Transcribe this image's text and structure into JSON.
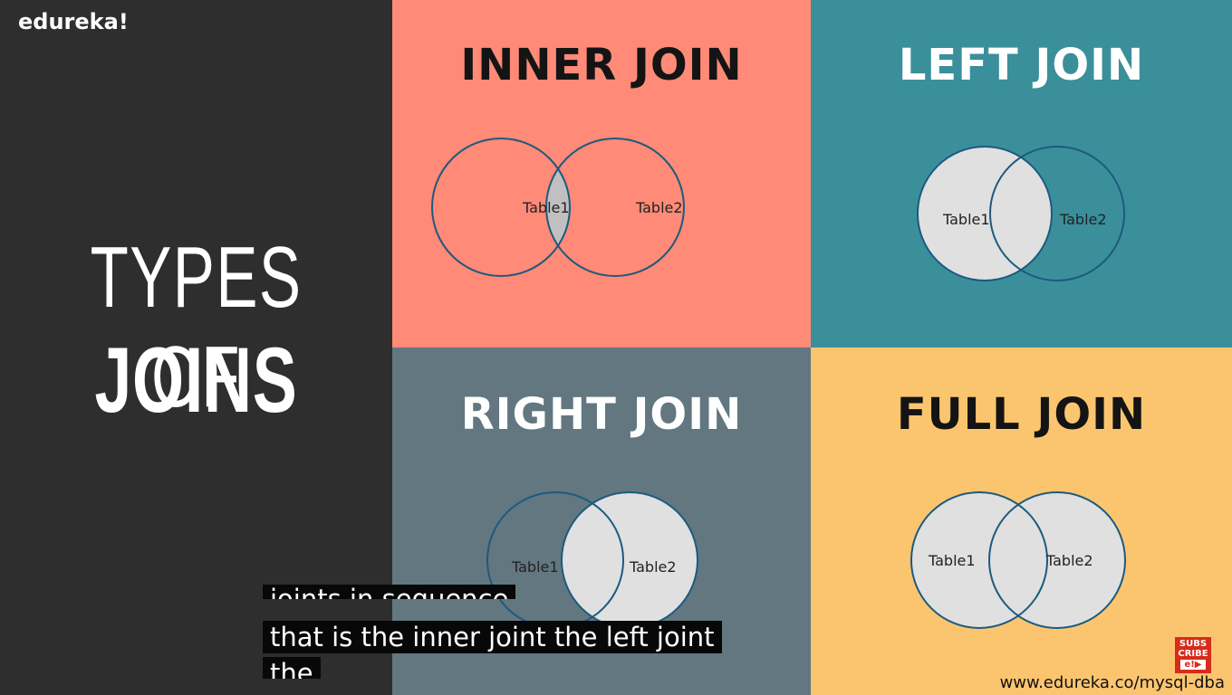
{
  "brand": "edureka!",
  "title_line1": "TYPES OF",
  "title_line2": "JOINS",
  "joins": {
    "inner": {
      "title": "INNER JOIN",
      "table1": "Table1",
      "table2": "Table2"
    },
    "left": {
      "title": "LEFT JOIN",
      "table1": "Table1",
      "table2": "Table2"
    },
    "right": {
      "title": "RIGHT JOIN",
      "table1": "Table1",
      "table2": "Table2"
    },
    "full": {
      "title": "FULL JOIN",
      "table1": "Table1",
      "table2": "Table2"
    }
  },
  "captions": {
    "line1": "joints in sequence",
    "line2": "that is the inner joint the left joint",
    "line3": "the"
  },
  "subscribe": {
    "line1": "SUBS",
    "line2": "CRIBE",
    "line3": "e!▶"
  },
  "url": "www.edureka.co/mysql-dba",
  "colors": {
    "dark_panel": "#2e2e2e",
    "inner": "#fe8a77",
    "left": "#3a8f9b",
    "right": "#627780",
    "full": "#fbc56f",
    "circle_fill": "#e0e0e0",
    "circle_stroke": "#1d5a7e"
  }
}
